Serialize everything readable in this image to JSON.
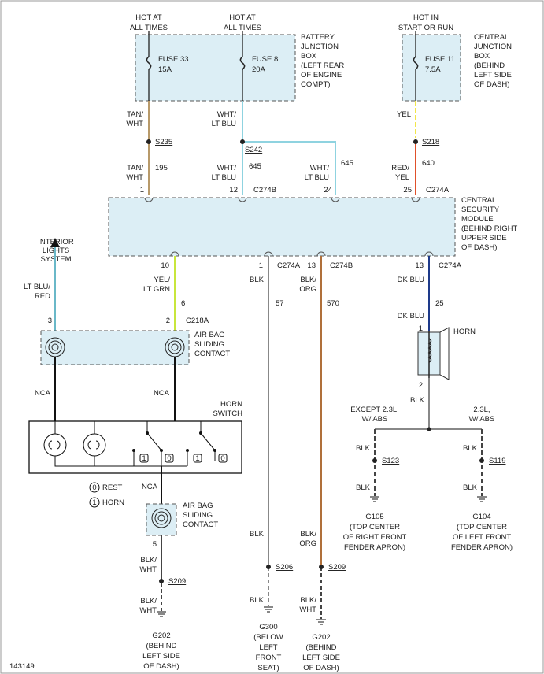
{
  "diagram_id": "143149",
  "sources": [
    {
      "line1": "HOT AT",
      "line2": "ALL TIMES"
    },
    {
      "line1": "HOT AT",
      "line2": "ALL TIMES"
    },
    {
      "line1": "HOT IN",
      "line2": "START OR RUN"
    }
  ],
  "battery_junction_box": [
    "BATTERY",
    "JUNCTION",
    "BOX",
    "(LEFT REAR",
    "OF ENGINE",
    "COMPT)"
  ],
  "central_junction_box": [
    "CENTRAL",
    "JUNCTION",
    "BOX",
    "(BEHIND",
    "LEFT SIDE",
    "OF DASH)"
  ],
  "fuses": [
    {
      "name": "FUSE 33",
      "rating": "15A"
    },
    {
      "name": "FUSE 8",
      "rating": "20A"
    },
    {
      "name": "FUSE 11",
      "rating": "7.5A"
    }
  ],
  "wires": {
    "tan_wht": [
      "TAN/",
      "WHT"
    ],
    "wht_ltblu": [
      "WHT/",
      "LT BLU"
    ],
    "yel": "YEL",
    "red_yel": [
      "RED/",
      "YEL"
    ],
    "ltblu_red": [
      "LT BLU/",
      "RED"
    ],
    "yel_ltgrn": [
      "YEL/",
      "LT GRN"
    ],
    "blk": "BLK",
    "blk_org": [
      "BLK/",
      "ORG"
    ],
    "dk_blu": "DK BLU",
    "blk_wht": [
      "BLK/",
      "WHT"
    ],
    "nca": "NCA"
  },
  "circuits": {
    "c195": "195",
    "c645": "645",
    "c640": "640",
    "c6": "6",
    "c57": "57",
    "c570": "570",
    "c25": "25"
  },
  "splices": {
    "s235": "S235",
    "s242": "S242",
    "s218": "S218",
    "s123": "S123",
    "s119": "S119",
    "s206": "S206",
    "s209": "S209"
  },
  "connectors": {
    "c274a": "C274A",
    "c274b": "C274B",
    "c218a": "C218A"
  },
  "pins": {
    "p1": "1",
    "p12": "12",
    "p24": "24",
    "p25": "25",
    "p10": "10",
    "p13": "13",
    "p3": "3",
    "p2": "2",
    "p5": "5"
  },
  "central_security_module": [
    "CENTRAL",
    "SECURITY",
    "MODULE",
    "(BEHIND RIGHT",
    "UPPER SIDE",
    "OF DASH)"
  ],
  "interior_lights": [
    "INTERIOR",
    "LIGHTS",
    "SYSTEM"
  ],
  "airbag_contact": [
    "AIR BAG",
    "SLIDING",
    "CONTACT"
  ],
  "horn_switch": [
    "HORN",
    "SWITCH"
  ],
  "horn": "HORN",
  "legend": {
    "rest_symbol": "0",
    "rest": "REST",
    "horn_symbol": "1",
    "horn": "HORN"
  },
  "switch_positions": [
    "1",
    "0",
    "1",
    "0"
  ],
  "except_abs": [
    "EXCEPT 2.3L,",
    "W/ ABS"
  ],
  "with_abs": [
    "2.3L,",
    "W/ ABS"
  ],
  "grounds": {
    "g105": {
      "id": "G105",
      "desc": [
        "(TOP CENTER",
        "OF RIGHT FRONT",
        "FENDER APRON)"
      ]
    },
    "g104": {
      "id": "G104",
      "desc": [
        "(TOP CENTER",
        "OF LEFT FRONT",
        "FENDER APRON)"
      ]
    },
    "g202a": {
      "id": "G202",
      "desc": [
        "(BEHIND",
        "LEFT SIDE",
        "OF DASH)"
      ]
    },
    "g300": {
      "id": "G300",
      "desc": [
        "(BELOW",
        "LEFT",
        "FRONT",
        "SEAT)"
      ]
    },
    "g202b": {
      "id": "G202",
      "desc": [
        "(BEHIND",
        "LEFT SIDE",
        "OF DASH)"
      ]
    }
  },
  "colors": {
    "tan": "#b89a6a",
    "light_blue": "#8fd3e0",
    "yellow": "#f2e64a",
    "red": "#e0502a",
    "lt_blue_red": "#6ab8c8",
    "yel_ltgrn": "#c8e63c",
    "black": "#222222",
    "blk_org": "#b0703a",
    "dark_blue": "#1e3a8a",
    "box_fill": "#dceef5",
    "gray": "#888888"
  }
}
